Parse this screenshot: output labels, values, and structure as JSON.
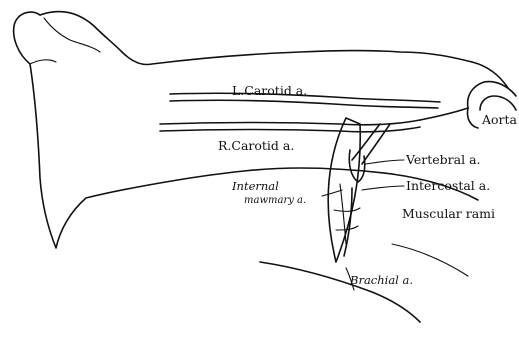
{
  "labels": {
    "l_carotid": "L.Carotid a.",
    "r_carotid": "R.Carotid a.",
    "aorta": "Aorta",
    "vertebral": "Vertebral a.",
    "intercostal": "Intercostal a.",
    "internal_mammary_line1": "Internal",
    "internal_mammary_line2": "mawmary a.",
    "muscular_rami": "Muscular rami",
    "brachial": "Brachial a."
  },
  "colors": {
    "ink": "#111111",
    "paper": "#ffffff"
  }
}
